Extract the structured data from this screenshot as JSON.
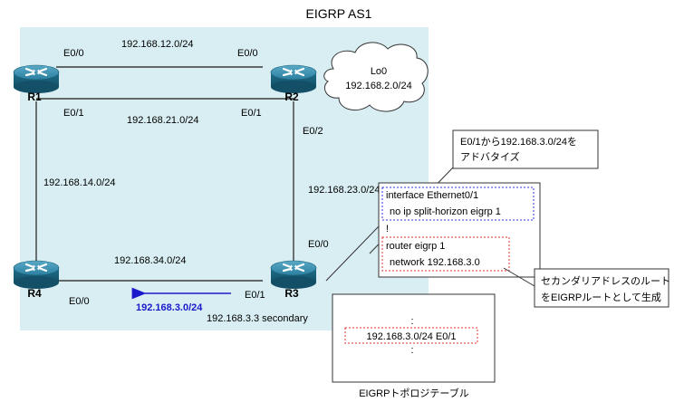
{
  "diagram_title": "EIGRP AS1",
  "routers": {
    "r1": "R1",
    "r2": "R2",
    "r3": "R3",
    "r4": "R4"
  },
  "interfaces": {
    "r1_e00": "E0/0",
    "r1_e01": "E0/1",
    "r2_e00": "E0/0",
    "r2_e01": "E0/1",
    "r2_e02": "E0/2",
    "r3_e00": "E0/0",
    "r3_e01": "E0/1",
    "r4_e00": "E0/0"
  },
  "networks": {
    "r1_r2_top": "192.168.12.0/24",
    "r1_r2_bottom": "192.168.21.0/24",
    "r1_r4": "192.168.14.0/24",
    "r2_r3": "192.168.23.0/24",
    "r3_r4": "192.168.34.0/24",
    "advertised": "192.168.3.0/24",
    "secondary": "192.168.3.3 secondary"
  },
  "loopback": {
    "name": "Lo0",
    "network": "192.168.2.0/24"
  },
  "advertise_callout": {
    "line1": "E0/1から192.168.3.0/24を",
    "line2": "アドバタイズ"
  },
  "config": {
    "line1": "interface Ethernet0/1",
    "line2": "no ip split-horizon eigrp 1",
    "line3": "!",
    "line4": "router eigrp 1",
    "line5": "network 192.168.3.0"
  },
  "secondary_callout": {
    "line1": "セカンダリアドレスのルート",
    "line2": "をEIGRPルートとして生成"
  },
  "topology_table": {
    "dots_top": ":",
    "entry": "192.168.3.0/24 E0/1",
    "dots_bottom": ":",
    "caption": "EIGRPトポロジテーブル"
  },
  "colors": {
    "as_area": "#d9eef2",
    "advertise": "#1a1acc",
    "red_box": "#e03030",
    "blue_box": "#3030e0",
    "router_body": "#1f6e8c"
  }
}
